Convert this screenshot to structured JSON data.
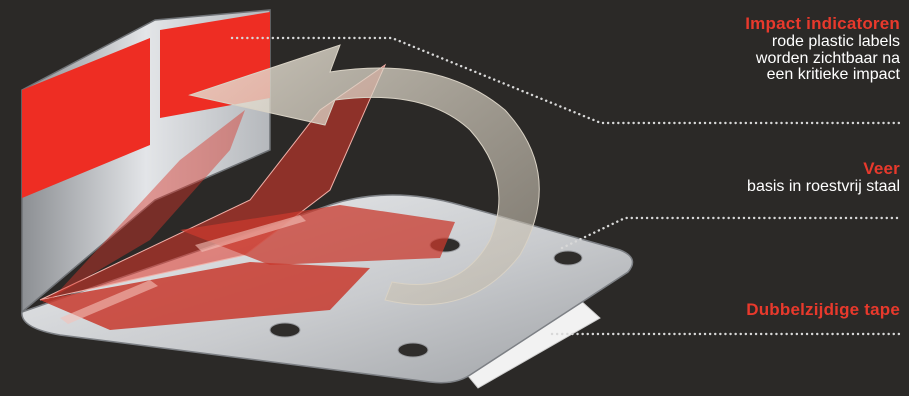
{
  "colors": {
    "background": "#2b2927",
    "accent": "#e8392c",
    "text": "#ffffff",
    "leader_line": "#d8d8d8",
    "indicator_red": "#ee2d23",
    "steel": "#c8c9cb"
  },
  "callouts": [
    {
      "id": "impact-indicators",
      "title": "Impact indicatoren",
      "description_lines": [
        "rode plastic labels",
        "worden zichtbaar na",
        "een kritieke impact"
      ]
    },
    {
      "id": "spring",
      "title": "Veer",
      "description_lines": [
        "basis in roestvrij staal"
      ]
    },
    {
      "id": "double-sided-tape",
      "title": "Dubbelzijdige tape",
      "description_lines": []
    }
  ]
}
